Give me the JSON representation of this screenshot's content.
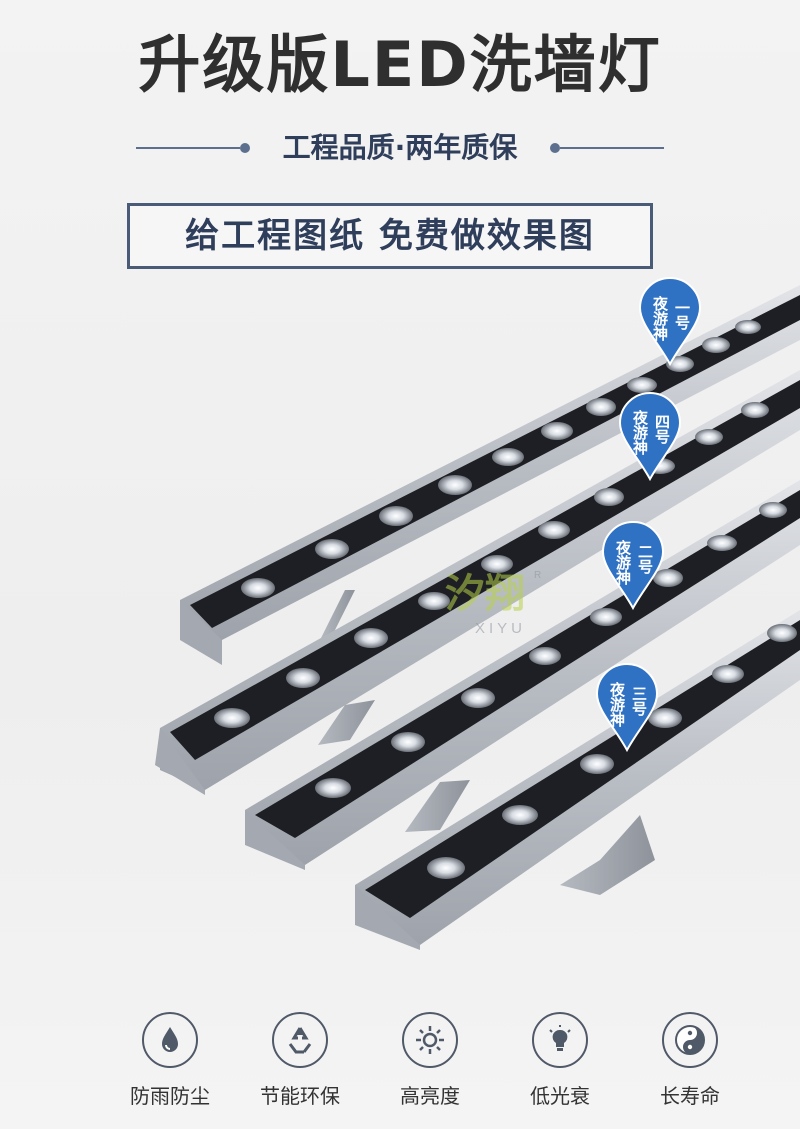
{
  "header": {
    "title": "升级版LED洗墙灯",
    "subtitle": "工程品质·两年质保",
    "promo": "给工程图纸 免费做效果图"
  },
  "badges": [
    {
      "col1": "夜游神",
      "col2": "一号"
    },
    {
      "col1": "夜游神",
      "col2": "四号"
    },
    {
      "col1": "夜游神",
      "col2": "二号"
    },
    {
      "col1": "夜游神",
      "col2": "三号"
    }
  ],
  "watermark": {
    "cn": "汐翔",
    "en": "XIYU",
    "mark": "R"
  },
  "features": [
    {
      "icon": "waterdrop-icon",
      "label": "防雨防尘"
    },
    {
      "icon": "recycle-icon",
      "label": "节能环保"
    },
    {
      "icon": "sun-icon",
      "label": "高亮度"
    },
    {
      "icon": "bulb-icon",
      "label": "低光衰"
    },
    {
      "icon": "yin-yang-icon",
      "label": "长寿命"
    }
  ],
  "colors": {
    "badge": "#2f72c4",
    "accent": "#4a5b78",
    "housing": "#c9ccd2"
  }
}
